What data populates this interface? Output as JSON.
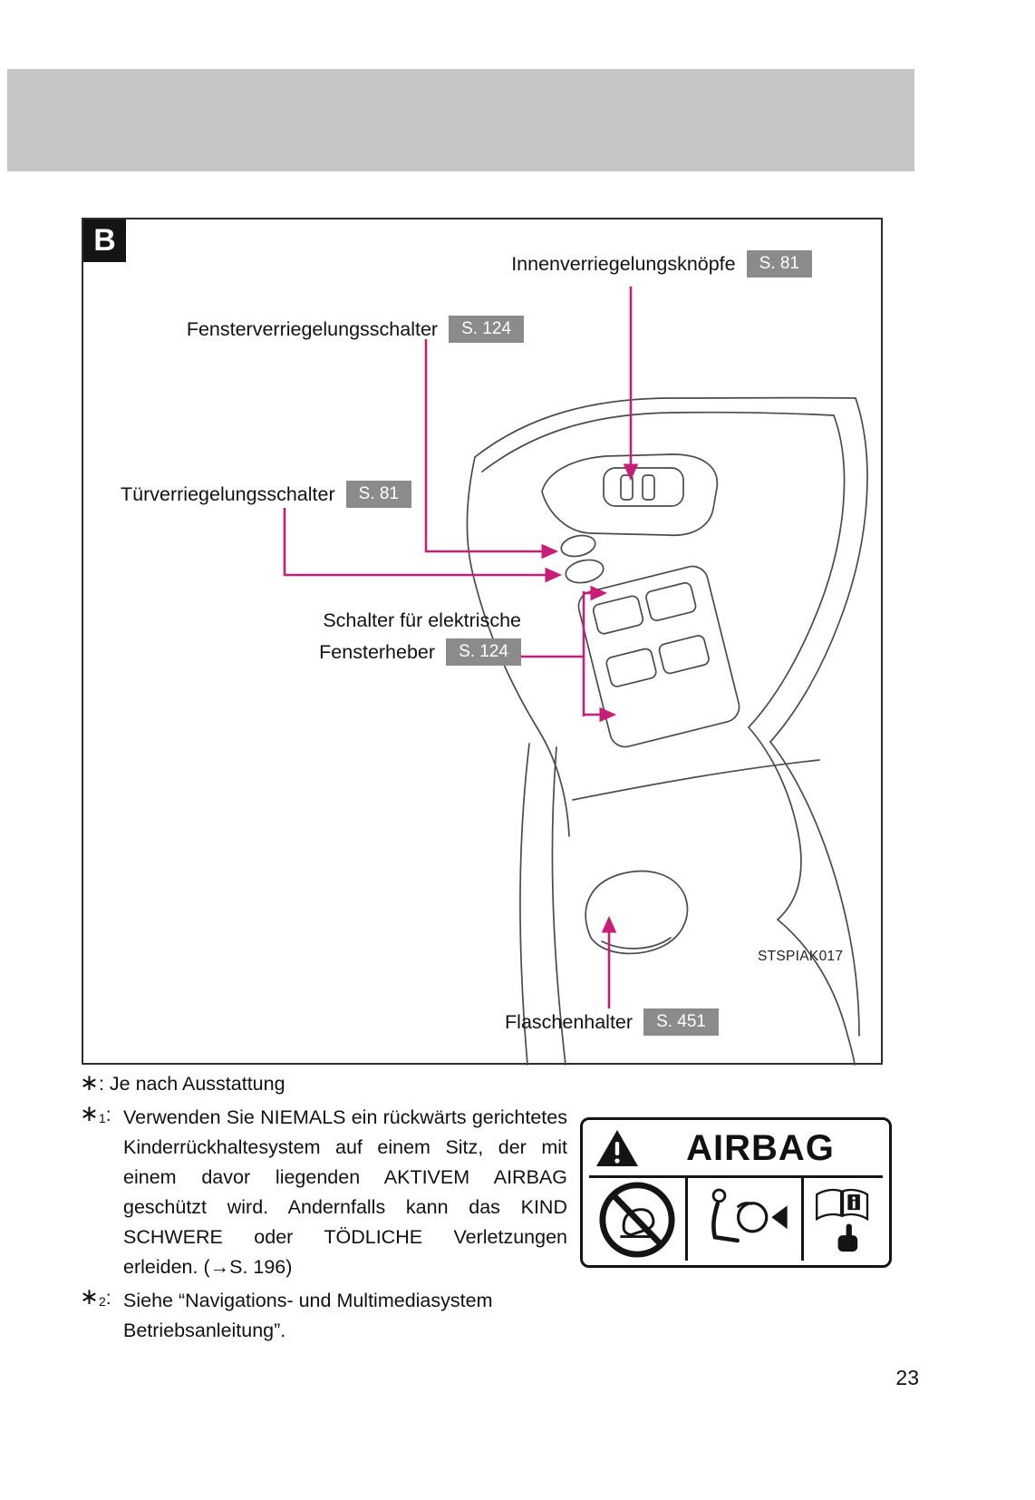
{
  "page": {
    "number": "23"
  },
  "figure": {
    "panel_label": "B",
    "image_code": "STSPIAK017",
    "callouts": {
      "inner_lock": {
        "label": "Innenverriegelungsknöpfe",
        "ref": "S. 81"
      },
      "window_lock": {
        "label": "Fensterverriegelungsschalter",
        "ref": "S. 124"
      },
      "door_lock": {
        "label": "Türverriegelungsschalter",
        "ref": "S. 81"
      },
      "power_window": {
        "label_line1": "Schalter für elektrische",
        "label_line2": "Fensterheber",
        "ref": "S. 124"
      },
      "bottle_holder": {
        "label": "Flaschenhalter",
        "ref": "S. 451"
      }
    }
  },
  "footnotes": {
    "general": {
      "symbol": "∗",
      "text": ": Je nach Ausstattung"
    },
    "note1": {
      "symbol": "∗",
      "number": "1",
      "colon": ":",
      "text": "Verwenden Sie NIEMALS ein rückwärts gerichtetes Kinderrückhaltesystem auf einem Sitz, der mit einem davor liegenden AKTIVEM AIRBAG geschützt wird. Andernfalls kann das KIND SCHWERE oder TÖDLICHE Verletzungen erleiden. (→S. 196)"
    },
    "note2": {
      "symbol": "∗",
      "number": "2",
      "colon": ":",
      "text": "Siehe “Navigations- und Multimediasystem Betriebsanleitung”."
    }
  },
  "airbag_label": {
    "title": "AIRBAG"
  },
  "colors": {
    "arrow": "#c81e78",
    "badge_bg": "#8b8b8b",
    "header_band": "#c6c6c6"
  }
}
